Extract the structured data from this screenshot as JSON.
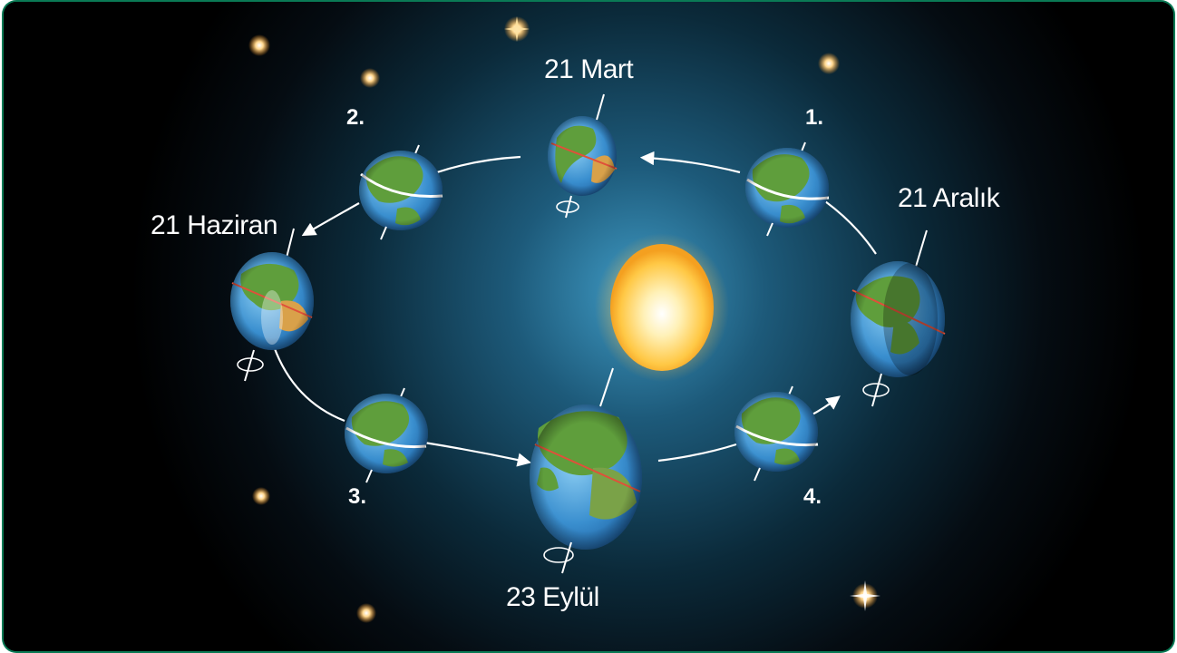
{
  "labels": {
    "mart": "21 Mart",
    "haziran": "21 Haziran",
    "eylul": "23 Eylül",
    "aralik": "21 Aralık",
    "n1": "1.",
    "n2": "2.",
    "n3": "3.",
    "n4": "4."
  },
  "colors": {
    "background": "#000000",
    "glow": "#2f90b8",
    "sun": "#ffd77a",
    "orbit": "#ffffff",
    "equator": "#e0503a",
    "ocean": "#3a8fcf",
    "land": "#5a9a3a",
    "frame": "#0a7a55"
  },
  "icons": [
    "sun-icon",
    "earth-icon",
    "star-icon",
    "orbit-arrow-icon",
    "rotation-icon"
  ]
}
